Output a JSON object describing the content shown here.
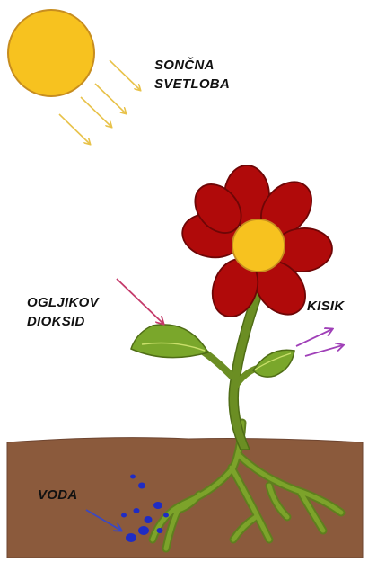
{
  "labels": {
    "sunlight": [
      "SONČNA",
      "SVETLOBA"
    ],
    "carbon_dioxide": [
      "OGLJIKOV",
      "DIOKSID"
    ],
    "oxygen": "KISIK",
    "water": "VODA"
  },
  "colors": {
    "sun": "#f7c21f",
    "sun_outline": "#c78d1f",
    "sunlight_arrows": "#e8c24a",
    "petals": "#b00a0a",
    "flower_center": "#f7c21f",
    "stem": "#6b8e23",
    "soil": "#8b5a3c",
    "co2_arrow": "#c43a6a",
    "oxygen_arrows": "#a040b8",
    "water_arrow": "#3a48c4",
    "water_drops": "#1f2cc4"
  },
  "icons": [
    "sun-icon",
    "flower-icon",
    "leaf-icon",
    "root-icon",
    "water-drop-icon",
    "arrow-icon"
  ]
}
